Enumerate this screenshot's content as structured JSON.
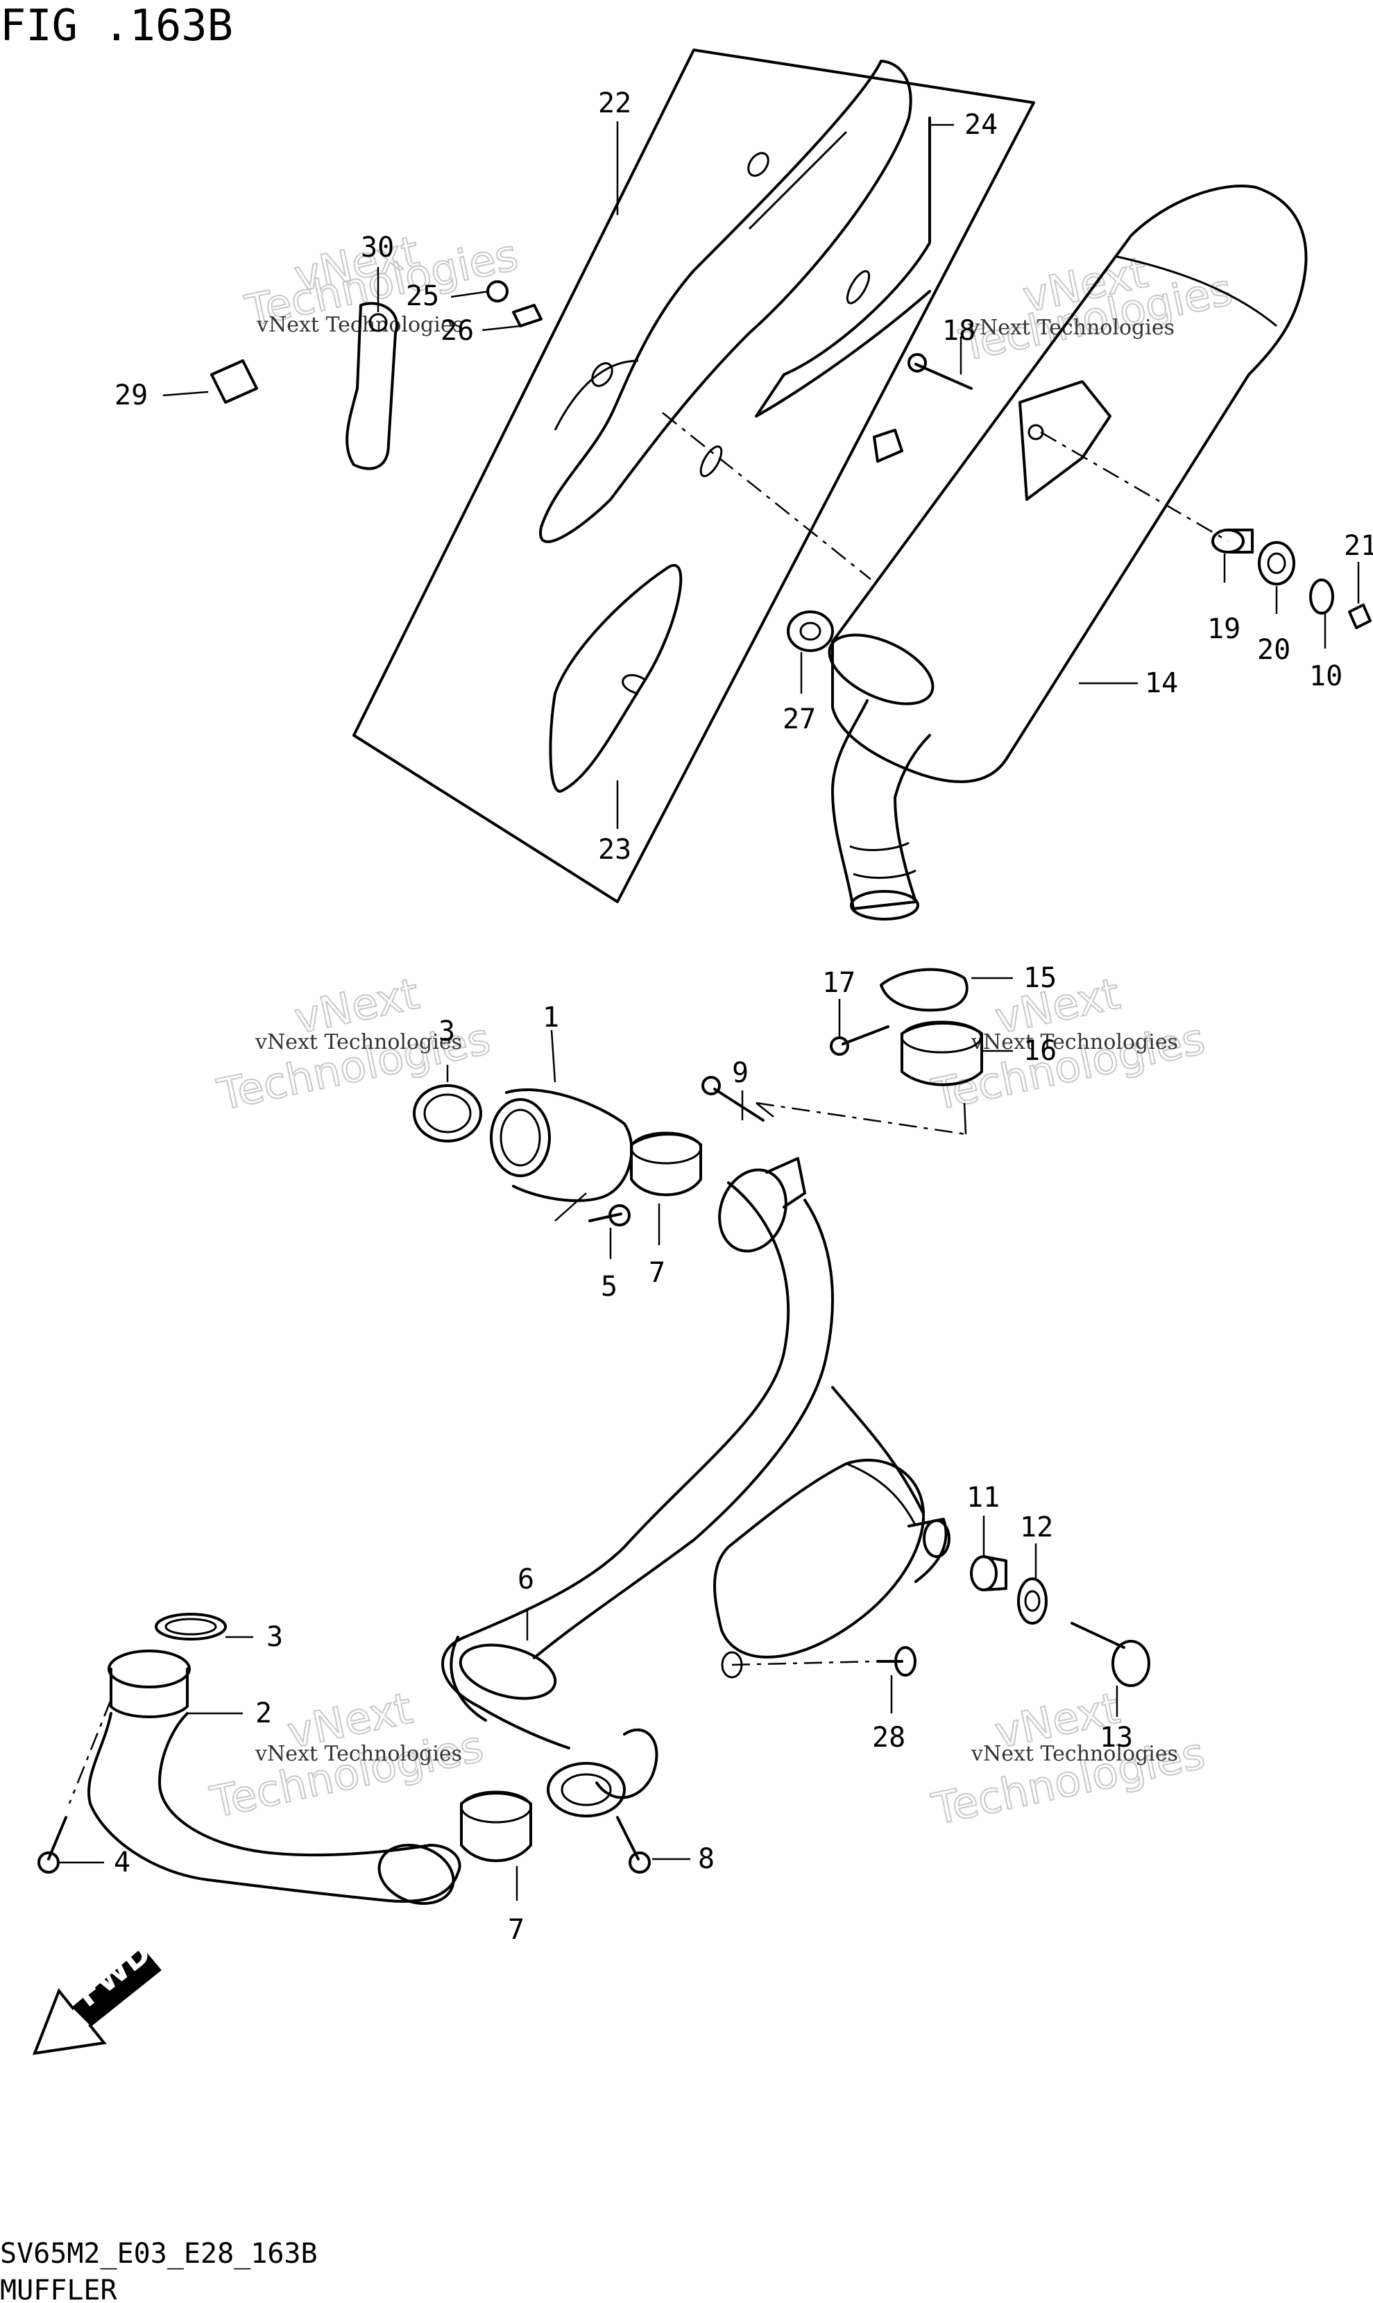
{
  "figure": {
    "title": "FIG .163B",
    "code": "SV65M2_E03_E28_163B",
    "name": "MUFFLER"
  },
  "fwd_label": "FWD",
  "watermark": {
    "line1": "vNext Technologies",
    "big": "vNext",
    "big2": "Technologies"
  },
  "callouts": [
    "1",
    "2",
    "3",
    "3",
    "4",
    "5",
    "6",
    "7",
    "7",
    "8",
    "9",
    "10",
    "11",
    "12",
    "13",
    "14",
    "15",
    "16",
    "17",
    "18",
    "19",
    "20",
    "21",
    "22",
    "23",
    "24",
    "25",
    "26",
    "27",
    "28",
    "29",
    "30"
  ]
}
